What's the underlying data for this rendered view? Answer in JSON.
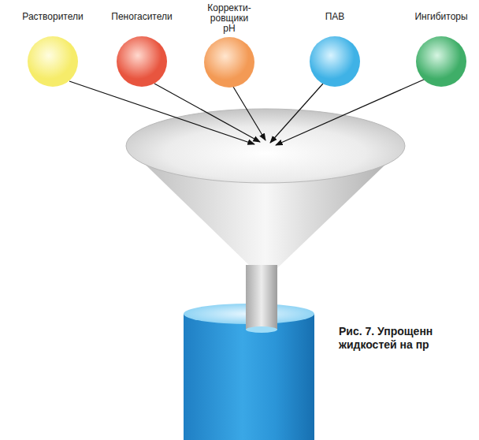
{
  "diagram": {
    "caption": "Рис. 7. Упрощенн жидкостей на пр",
    "nodes": [
      {
        "text": [
          "Растворители"
        ]
      },
      {
        "text": [
          "Пеногасители"
        ]
      },
      {
        "text": [
          "Корректи- ровщики pH"
        ]
      },
      {
        "text": [
          "ПАВ"
        ]
      },
      {
        "text": [
          "Ингибиторы"
        ]
      }
    ]
  }
}
